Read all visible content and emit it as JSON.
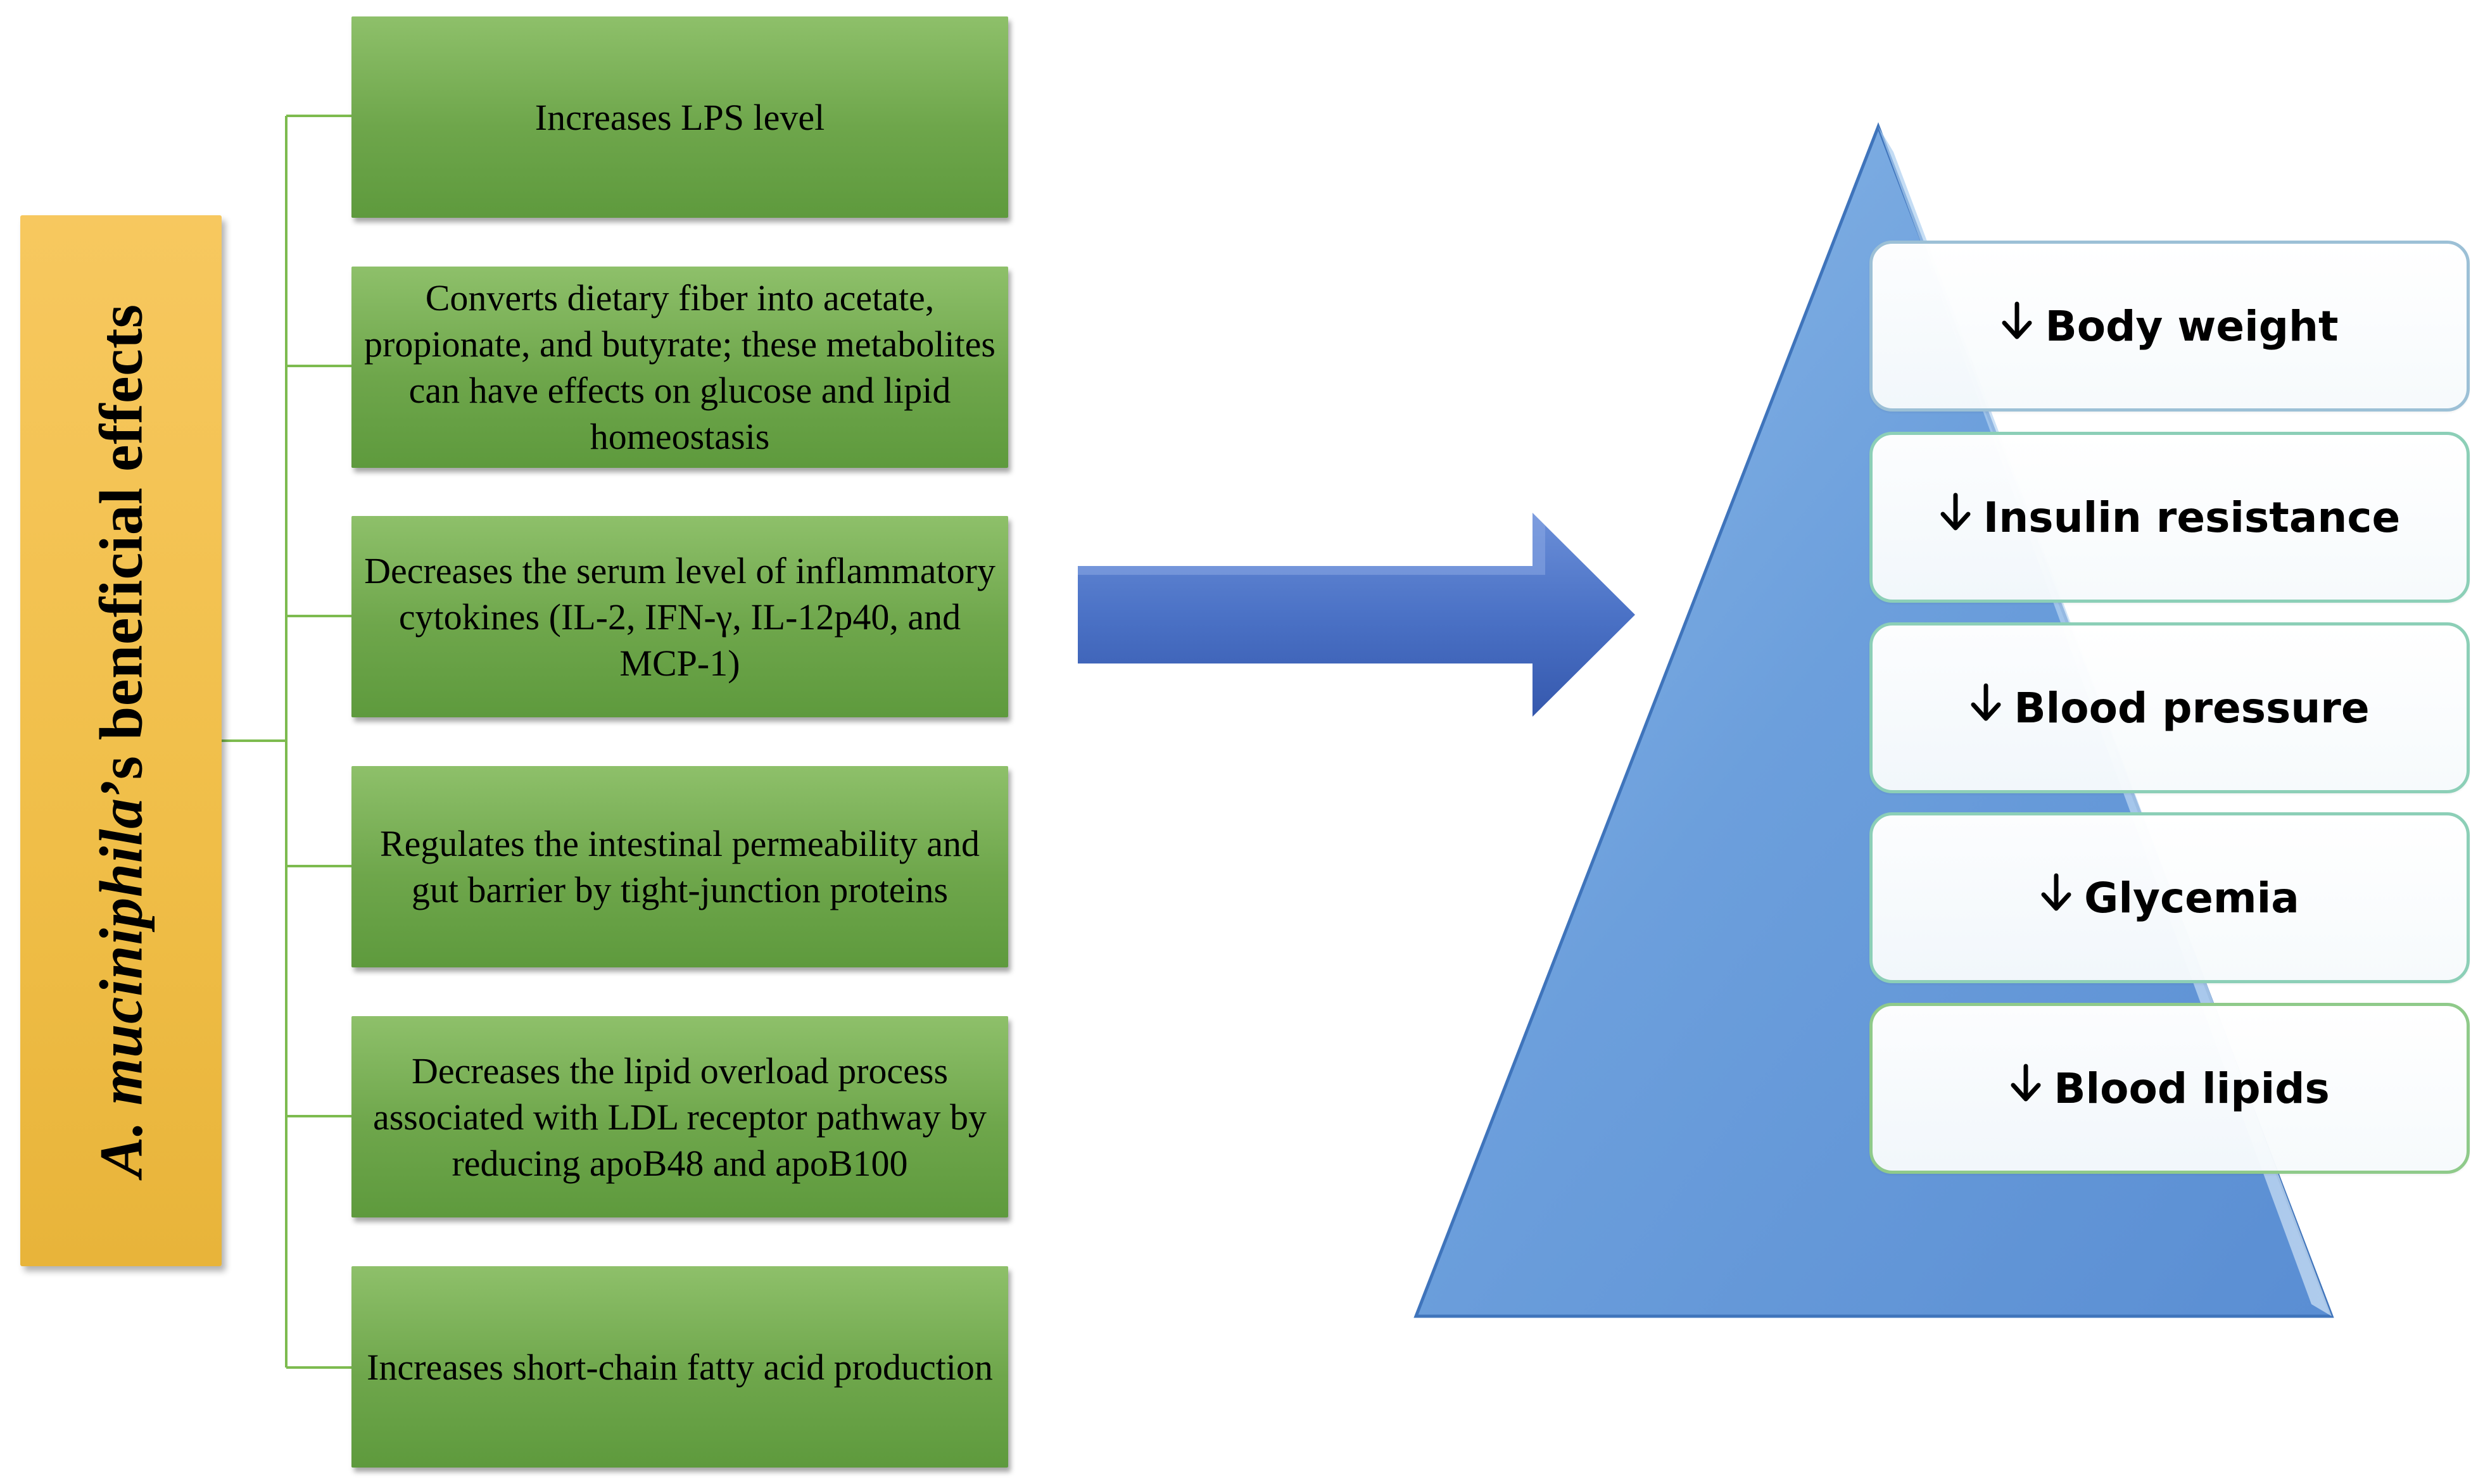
{
  "title": {
    "italic_part": "A. muciniphila",
    "rest": "’s beneficial effects"
  },
  "effects": [
    {
      "text": "Increases LPS level"
    },
    {
      "text": "Converts dietary fiber into acetate, propionate, and butyrate; these metabolites can have effects on glucose and lipid homeostasis"
    },
    {
      "text": "Decreases the serum level of inflammatory cytokines (IL-2, IFN-γ, IL-12p40, and MCP-1)"
    },
    {
      "text": "Regulates the intestinal permeability and gut barrier by tight-junction proteins"
    },
    {
      "text": "Decreases the lipid overload process associated with LDL receptor pathway by reducing apoB48 and apoB100"
    },
    {
      "text": "Increases short-chain fatty acid production"
    }
  ],
  "outcomes": [
    {
      "label": "Body weight",
      "icon": "arrow-down-icon"
    },
    {
      "label": "Insulin resistance",
      "icon": "arrow-down-icon"
    },
    {
      "label": "Blood pressure",
      "icon": "arrow-down-icon"
    },
    {
      "label": "Glycemia",
      "icon": "arrow-down-icon"
    },
    {
      "label": "Blood lipids",
      "icon": "arrow-down-icon"
    }
  ],
  "colors": {
    "title_bar": "#f0be48",
    "effect_box": "#6ea64b",
    "connector": "#7dbb4f",
    "arrow": "#4a6fc4",
    "pyramid": "#6a9fdc"
  }
}
